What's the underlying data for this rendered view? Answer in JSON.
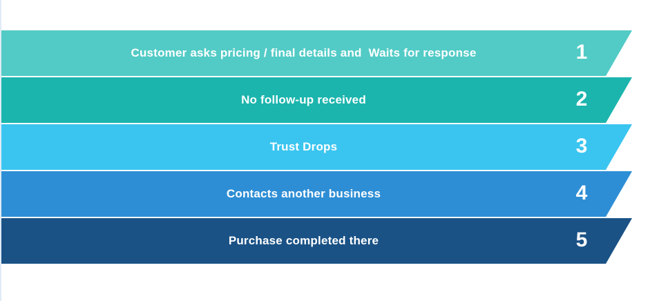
{
  "page": {
    "background_color": "#ffffff",
    "left_accent_color": "#e0ebf5",
    "text_color": "#ffffff"
  },
  "funnel": {
    "steps": [
      {
        "number": "1",
        "label": "Customer asks pricing / final details and  Waits for response",
        "color": "#52cbc6"
      },
      {
        "number": "2",
        "label": "No follow-up received",
        "color": "#1bb5ad"
      },
      {
        "number": "3",
        "label": "Trust Drops",
        "color": "#3ac5f0"
      },
      {
        "number": "4",
        "label": "Contacts another business",
        "color": "#2e8ed5"
      },
      {
        "number": "5",
        "label": "Purchase completed there",
        "color": "#1a5286"
      }
    ]
  }
}
